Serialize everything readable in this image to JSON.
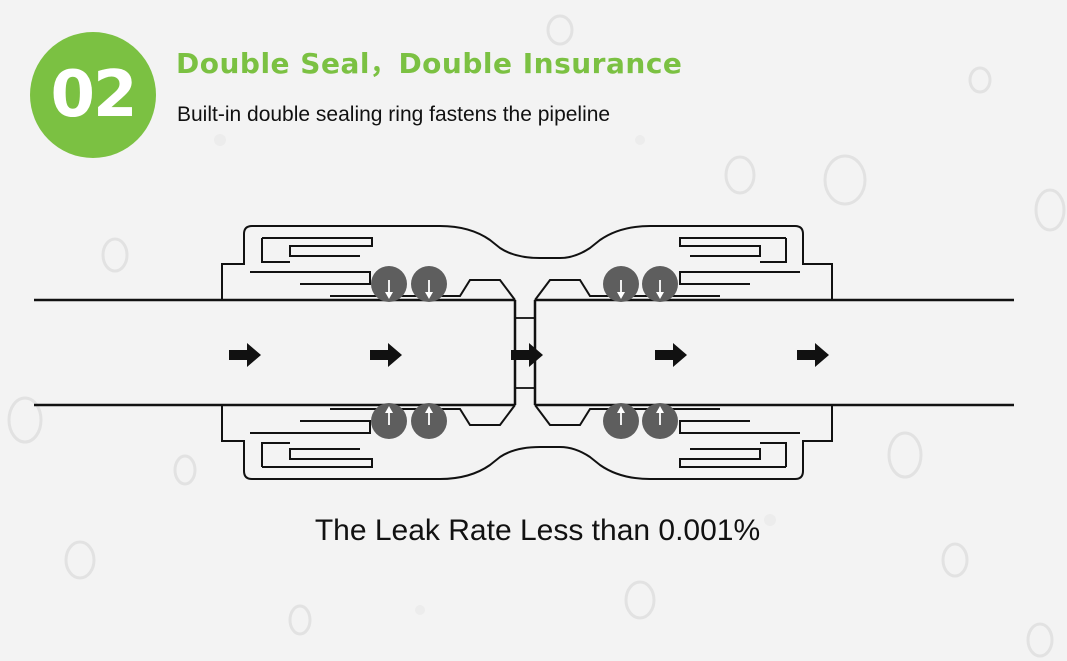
{
  "badge": {
    "number": "02"
  },
  "headline": "Double Seal，Double Insurance",
  "subline": "Built-in double sealing ring fastens the pipeline",
  "caption": "The Leak Rate Less than 0.001%",
  "colors": {
    "accent": "#7bc142",
    "text": "#111111",
    "seal": "#5e5e5e",
    "line": "#111111"
  }
}
